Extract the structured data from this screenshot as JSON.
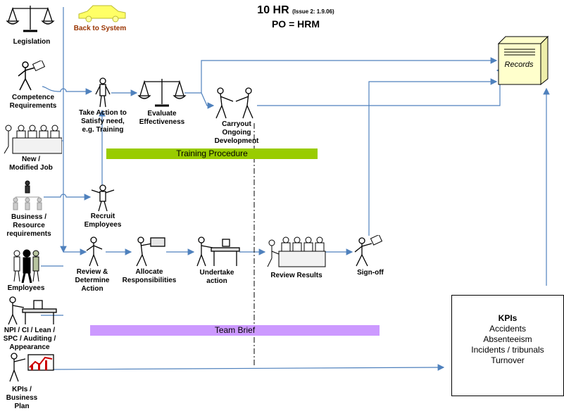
{
  "header": {
    "title_main": "10 HR",
    "title_issue": "(Issue 2: 1.9.06)",
    "title_sub": "PO = HRM"
  },
  "back_to_system": "Back to System",
  "inputs": {
    "legislation": "Legislation",
    "competence_requirements": [
      "Competence",
      "Requirements"
    ],
    "new_modified_job": [
      "New /",
      "Modified Job"
    ],
    "business_resource": [
      "Business /",
      "Resource",
      "requirements"
    ],
    "employees": "Employees",
    "npi": [
      "NPI / CI / Lean /",
      "SPC / Auditing /",
      "Appearance"
    ],
    "kpis_business_plan": [
      "KPIs /",
      "Business Plan"
    ]
  },
  "steps": {
    "take_action": [
      "Take Action to",
      "Satisfy need,",
      "e.g. Training"
    ],
    "evaluate": [
      "Evaluate",
      "Effectiveness"
    ],
    "carryout": [
      "Carryout",
      "Ongoing",
      "Development"
    ],
    "recruit": [
      "Recruit",
      "Employees"
    ],
    "review_determine": [
      "Review &",
      "Determine",
      "Action"
    ],
    "allocate": [
      "Allocate",
      "Responsibilities"
    ],
    "undertake": [
      "Undertake",
      "action"
    ],
    "review_results": "Review Results",
    "sign_off": "Sign-off"
  },
  "records": "Records",
  "banners": {
    "training": "Training Procedure",
    "team_brief": "Team Brief"
  },
  "kpis": {
    "title": "KPIs",
    "items": [
      "Accidents",
      "Absenteeism",
      "Incidents / tribunals",
      "Turnover"
    ]
  },
  "colors": {
    "arrow": "#4f81bd",
    "training_banner": "#99cc00",
    "team_brief_banner": "#cc99ff",
    "car": "#ffff66",
    "records": "#ffffcc",
    "back_text": "#993300"
  }
}
